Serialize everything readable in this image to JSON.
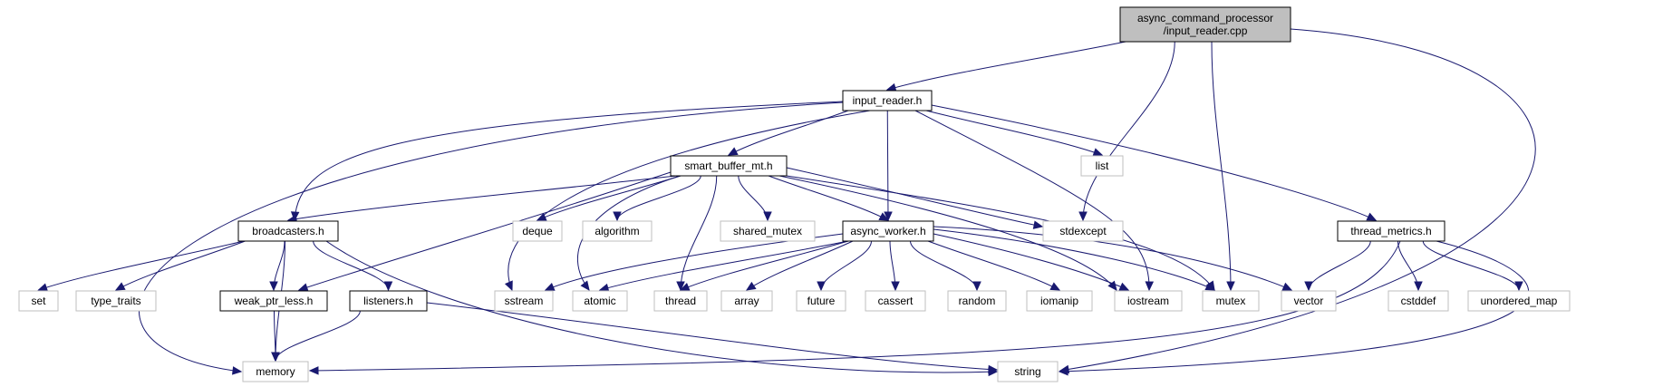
{
  "colors": {
    "edge": "#191970",
    "root_fill": "#bfbfbf",
    "documented_border": "#000000",
    "external_border": "#bfbfbf",
    "external_text": "#404040"
  },
  "nodes": [
    {
      "id": "root",
      "lines": [
        "async_command_processor",
        "/input_reader.cpp"
      ],
      "kind": "root"
    },
    {
      "id": "input_reader",
      "lines": [
        "input_reader.h"
      ],
      "kind": "doc"
    },
    {
      "id": "smart_buffer",
      "lines": [
        "smart_buffer_mt.h"
      ],
      "kind": "doc"
    },
    {
      "id": "broadcasters",
      "lines": [
        "broadcasters.h"
      ],
      "kind": "doc"
    },
    {
      "id": "async_worker",
      "lines": [
        "async_worker.h"
      ],
      "kind": "doc"
    },
    {
      "id": "thread_metrics",
      "lines": [
        "thread_metrics.h"
      ],
      "kind": "doc"
    },
    {
      "id": "weak_ptr_less",
      "lines": [
        "weak_ptr_less.h"
      ],
      "kind": "doc"
    },
    {
      "id": "listeners",
      "lines": [
        "listeners.h"
      ],
      "kind": "doc"
    },
    {
      "id": "list",
      "lines": [
        "list"
      ],
      "kind": "ext"
    },
    {
      "id": "stdexcept",
      "lines": [
        "stdexcept"
      ],
      "kind": "ext"
    },
    {
      "id": "deque",
      "lines": [
        "deque"
      ],
      "kind": "ext"
    },
    {
      "id": "algorithm",
      "lines": [
        "algorithm"
      ],
      "kind": "ext"
    },
    {
      "id": "shared_mutex",
      "lines": [
        "shared_mutex"
      ],
      "kind": "ext"
    },
    {
      "id": "set",
      "lines": [
        "set"
      ],
      "kind": "ext"
    },
    {
      "id": "type_traits",
      "lines": [
        "type_traits"
      ],
      "kind": "ext"
    },
    {
      "id": "sstream",
      "lines": [
        "sstream"
      ],
      "kind": "ext"
    },
    {
      "id": "atomic",
      "lines": [
        "atomic"
      ],
      "kind": "ext"
    },
    {
      "id": "thread",
      "lines": [
        "thread"
      ],
      "kind": "ext"
    },
    {
      "id": "array",
      "lines": [
        "array"
      ],
      "kind": "ext"
    },
    {
      "id": "future",
      "lines": [
        "future"
      ],
      "kind": "ext"
    },
    {
      "id": "cassert",
      "lines": [
        "cassert"
      ],
      "kind": "ext"
    },
    {
      "id": "random",
      "lines": [
        "random"
      ],
      "kind": "ext"
    },
    {
      "id": "iomanip",
      "lines": [
        "iomanip"
      ],
      "kind": "ext"
    },
    {
      "id": "iostream",
      "lines": [
        "iostream"
      ],
      "kind": "ext"
    },
    {
      "id": "mutex",
      "lines": [
        "mutex"
      ],
      "kind": "ext"
    },
    {
      "id": "vector",
      "lines": [
        "vector"
      ],
      "kind": "ext"
    },
    {
      "id": "cstddef",
      "lines": [
        "cstddef"
      ],
      "kind": "ext"
    },
    {
      "id": "unordered_map",
      "lines": [
        "unordered_map"
      ],
      "kind": "ext"
    },
    {
      "id": "memory",
      "lines": [
        "memory"
      ],
      "kind": "ext"
    },
    {
      "id": "string",
      "lines": [
        "string"
      ],
      "kind": "ext"
    }
  ],
  "edges": [
    [
      "root",
      "input_reader"
    ],
    [
      "root",
      "stdexcept"
    ],
    [
      "root",
      "mutex"
    ],
    [
      "root",
      "string"
    ],
    [
      "input_reader",
      "memory"
    ],
    [
      "input_reader",
      "broadcasters"
    ],
    [
      "input_reader",
      "smart_buffer"
    ],
    [
      "input_reader",
      "sstream"
    ],
    [
      "input_reader",
      "async_worker"
    ],
    [
      "input_reader",
      "list"
    ],
    [
      "input_reader",
      "iostream"
    ],
    [
      "input_reader",
      "thread_metrics"
    ],
    [
      "smart_buffer",
      "broadcasters"
    ],
    [
      "smart_buffer",
      "weak_ptr_less"
    ],
    [
      "smart_buffer",
      "atomic"
    ],
    [
      "smart_buffer",
      "thread"
    ],
    [
      "smart_buffer",
      "deque"
    ],
    [
      "smart_buffer",
      "algorithm"
    ],
    [
      "smart_buffer",
      "shared_mutex"
    ],
    [
      "smart_buffer",
      "async_worker"
    ],
    [
      "smart_buffer",
      "stdexcept"
    ],
    [
      "smart_buffer",
      "iostream"
    ],
    [
      "smart_buffer",
      "mutex"
    ],
    [
      "broadcasters",
      "set"
    ],
    [
      "broadcasters",
      "type_traits"
    ],
    [
      "broadcasters",
      "memory"
    ],
    [
      "broadcasters",
      "weak_ptr_less"
    ],
    [
      "broadcasters",
      "listeners"
    ],
    [
      "broadcasters",
      "string"
    ],
    [
      "weak_ptr_less",
      "memory"
    ],
    [
      "listeners",
      "memory"
    ],
    [
      "listeners",
      "string"
    ],
    [
      "async_worker",
      "sstream"
    ],
    [
      "async_worker",
      "atomic"
    ],
    [
      "async_worker",
      "thread"
    ],
    [
      "async_worker",
      "array"
    ],
    [
      "async_worker",
      "future"
    ],
    [
      "async_worker",
      "cassert"
    ],
    [
      "async_worker",
      "random"
    ],
    [
      "async_worker",
      "iomanip"
    ],
    [
      "async_worker",
      "iostream"
    ],
    [
      "async_worker",
      "mutex"
    ],
    [
      "async_worker",
      "vector"
    ],
    [
      "thread_metrics",
      "vector"
    ],
    [
      "thread_metrics",
      "memory"
    ],
    [
      "thread_metrics",
      "cstddef"
    ],
    [
      "thread_metrics",
      "unordered_map"
    ],
    [
      "thread_metrics",
      "string"
    ]
  ]
}
